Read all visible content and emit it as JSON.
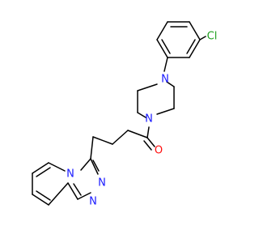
{
  "molecule": {
    "atom_labels": {
      "chlorine": "Cl",
      "piperazine_n_top": "N",
      "piperazine_n_bottom": "N",
      "carbonyl_o": "O",
      "triazole_n_bridge": "N",
      "triazole_n_2": "N",
      "triazole_n_3": "N"
    },
    "colors": {
      "bond": "#000000",
      "nitrogen": "#1a1aff",
      "oxygen": "#ff0d0d",
      "chlorine": "#1fa01f"
    }
  }
}
